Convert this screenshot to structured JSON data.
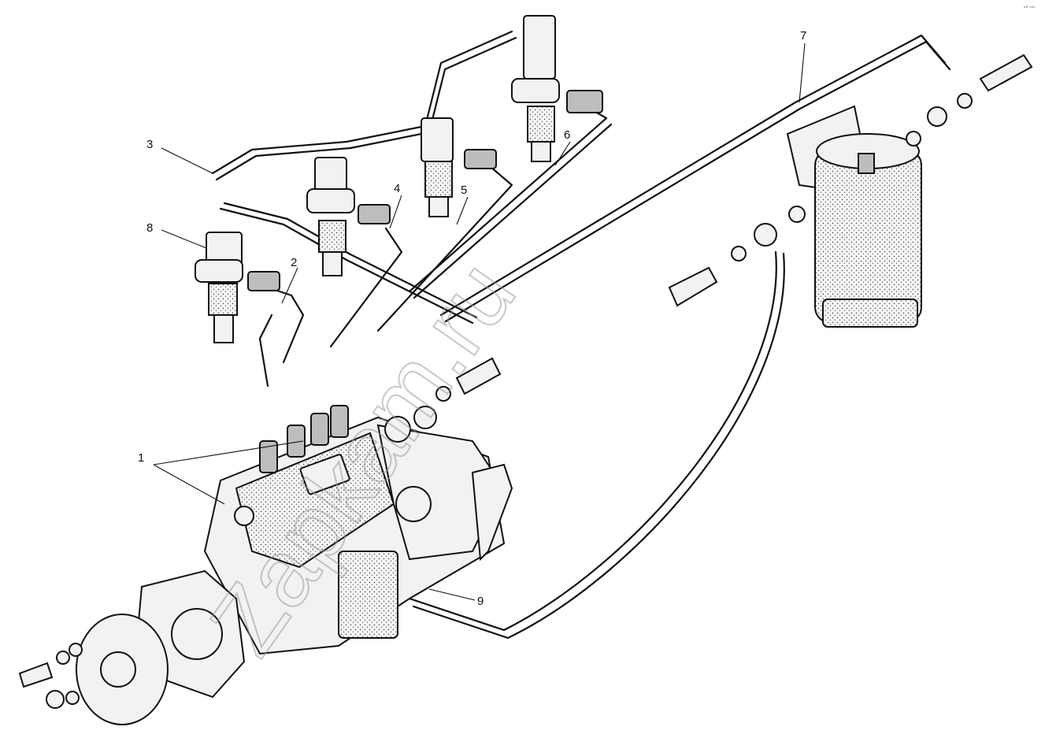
{
  "diagram": {
    "watermark_text": "Zapkam.ru",
    "corner_mark": "ᵖᴿ ᵐᵐ",
    "callouts": [
      {
        "id": "1",
        "label": "1"
      },
      {
        "id": "2",
        "label": "2"
      },
      {
        "id": "3",
        "label": "3"
      },
      {
        "id": "4",
        "label": "4"
      },
      {
        "id": "5",
        "label": "5"
      },
      {
        "id": "6",
        "label": "6"
      },
      {
        "id": "7",
        "label": "7"
      },
      {
        "id": "8",
        "label": "8"
      },
      {
        "id": "9",
        "label": "9"
      }
    ]
  }
}
